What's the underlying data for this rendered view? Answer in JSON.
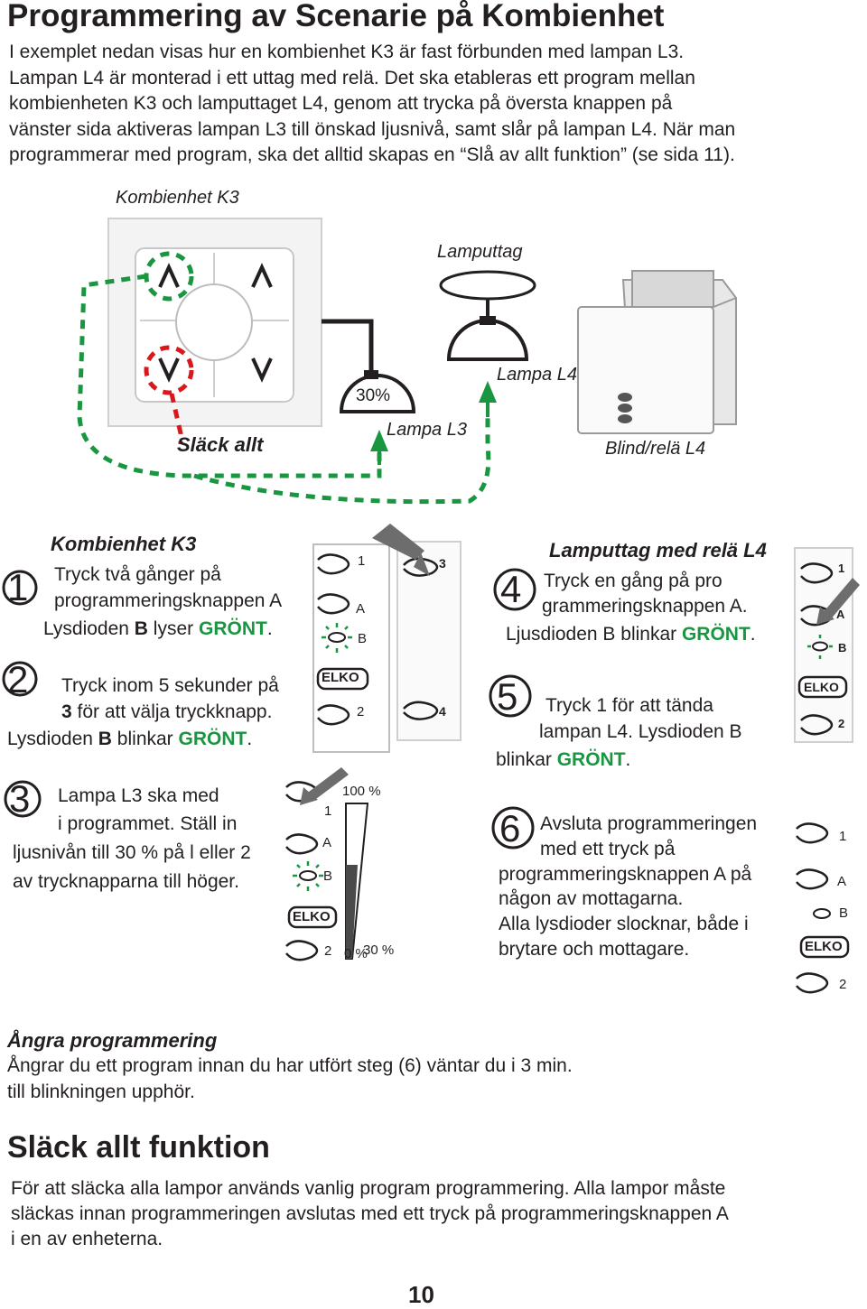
{
  "title": "Programmering av Scenarie på Kombienhet",
  "intro_lines": [
    "I exemplet nedan visas hur en kombienhet K3 är fast förbunden med lampan L3.",
    "Lampan L4 är monterad i ett uttag med relä. Det ska etableras ett program mellan",
    "kombienheten K3 och lamputtaget L4, genom att trycka på översta knappen på",
    "vänster sida aktiveras lampan L3 till önskad ljusnivå, samt slår på lampan L4. När man",
    "programmerar med program, ska det alltid skapas en “Slå av allt funktion” (se sida 11)."
  ],
  "diagram": {
    "kombienhet_label": "Kombienhet K3",
    "lamputtag_label": "Lamputtag",
    "lampa_l4_label": "Lampa L4",
    "lampa_l3_label": "Lampa L3",
    "percent_label": "30%",
    "slack_allt_label": "Släck allt",
    "blind_label": "Blind/relä L4",
    "wire_color": "#231f20",
    "green_color": "#1a9641",
    "red_color": "#d7191c"
  },
  "steps": {
    "k3_heading": "Kombienhet K3",
    "s1_num": "1",
    "s1_l1": "Tryck två gånger på",
    "s1_l2": "programmeringsknappen A",
    "s1_l3_pre": "Lysdioden ",
    "s1_l3_b": "B",
    "s1_l3_mid": " lyser ",
    "s1_l3_green": "GRÖNT",
    "s1_l3_end": ".",
    "s2_num": "2",
    "s2_l1": "Tryck inom 5 sekunder på",
    "s2_l2_b": "3",
    "s2_l2_rest": " för att välja tryckknapp.",
    "s2_l3_pre": "Lysdioden ",
    "s2_l3_b": "B",
    "s2_l3_mid": " blinkar ",
    "s2_l3_green": "GRÖNT",
    "s2_l3_end": ".",
    "s3_num": "3",
    "s3_l1": "Lampa L3 ska med",
    "s3_l2": "i programmet. Ställ in",
    "s3_l3": "ljusnivån till 30 % på l eller 2",
    "s3_l4": "av trycknapparna till höger.",
    "l4_heading": "Lamputtag med relä L4",
    "s4_num": "4",
    "s4_l1": "Tryck en gång på pro",
    "s4_l2": "grammeringsknappen A.",
    "s4_l3_pre": "Ljusdioden B blinkar ",
    "s4_l3_green": "GRÖNT",
    "s4_l3_end": ".",
    "s5_num": "5",
    "s5_l1": "Tryck 1 för att tända",
    "s5_l2": "lampan L4.  Lysdioden B",
    "s5_l3_pre": "blinkar ",
    "s5_l3_green": "GRÖNT",
    "s5_l3_end": ".",
    "s6_num": "6",
    "s6_l1": "Avsluta programmeringen",
    "s6_l2": "med ett tryck på",
    "s6_l3": "programmeringsknappen A på",
    "s6_l4": "någon av mottagarna.",
    "s6_l5": "Alla lysdioder slocknar, både i",
    "s6_l6": "brytare och mottagare."
  },
  "device_labels": {
    "one": "1",
    "two": "2",
    "a": "A",
    "b": "B",
    "three": "3",
    "four": "4",
    "brand": "ELKO",
    "pct_100": "100 %",
    "pct_0": "0 %",
    "pct_30": "30 %"
  },
  "angra": {
    "heading": "Ångra programmering",
    "l1": "Ångrar du ett program innan du har utfört steg (6) väntar du i 3 min.",
    "l2": "till blinkningen upphör."
  },
  "slack": {
    "heading": "Släck allt funktion",
    "l1": "För att släcka alla lampor används vanlig program programmering. Alla lampor måste",
    "l2": "släckas innan programmeringen avslutas med ett tryck på programmeringsknappen A",
    "l3": "i en av enheterna."
  },
  "page_number": "10"
}
